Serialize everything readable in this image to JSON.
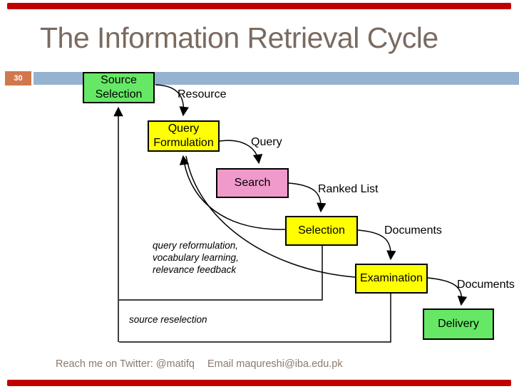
{
  "slide": {
    "title": "The Information Retrieval Cycle",
    "slide_number": "30",
    "footer": {
      "twitter": "Reach me on Twitter: @matifq",
      "email": "Email maqureshi@iba.edu.pk"
    }
  },
  "diagram": {
    "nodes": {
      "source_selection": {
        "line1": "Source",
        "line2": "Selection",
        "color": "#66E866"
      },
      "query_formulation": {
        "line1": "Query",
        "line2": "Formulation",
        "color": "#FFFF00"
      },
      "search": {
        "label": "Search",
        "color": "#F099CB"
      },
      "selection": {
        "label": "Selection",
        "color": "#FFFF00"
      },
      "examination": {
        "label": "Examination",
        "color": "#FFFF00"
      },
      "delivery": {
        "label": "Delivery",
        "color": "#66E866"
      }
    },
    "edge_labels": {
      "resource": "Resource",
      "query": "Query",
      "ranked_list": "Ranked List",
      "documents_selection": "Documents",
      "documents_delivery": "Documents"
    },
    "annotations": {
      "feedback_line1": "query reformulation,",
      "feedback_line2": "vocabulary learning,",
      "feedback_line3": "relevance feedback",
      "reselection": "source reselection"
    }
  },
  "theme": {
    "accent_red": "#C00000",
    "badge_orange": "#D0784C",
    "band_blue": "#95B3D0",
    "node_green": "#66E866",
    "node_yellow": "#FFFF00",
    "node_pink": "#F099CB",
    "title_color": "#7A6A5F",
    "footer_color": "#8A7A6E",
    "line_color": "#000000"
  }
}
